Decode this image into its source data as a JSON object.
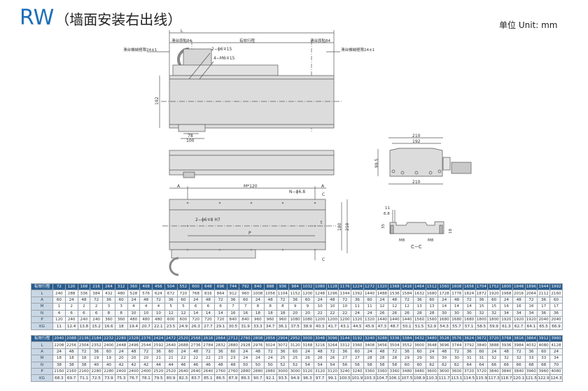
{
  "header": {
    "model": "RW",
    "subtitle": "（墙面安装右出线）",
    "unit": "单位 Unit: mm"
  },
  "drawing": {
    "top_view": {
      "L": "L",
      "origin_left": "滑台原點84",
      "stroke": "有效行程",
      "origin_right": "滑台原點84",
      "limit_left": "滑台機械極限24±1",
      "limit_right": "滑台機械極限24±1",
      "hole1": "2−ϕ6∓15",
      "hole2": "4−M6∓15",
      "width": "192",
      "d78": "78",
      "d100": "100"
    },
    "end_view": {
      "w_top": "210",
      "w_inner": "192",
      "height": "99.5",
      "w_bottom": "210"
    },
    "bottom_view": {
      "a_left": "A",
      "m120": "M*120",
      "a_right": "A",
      "n_holes": "N−ϕ6.8",
      "c_top": "C",
      "pin": "2−ϕ6∓8 H7",
      "p": "P",
      "t": "t",
      "d180": "180",
      "d210": "210",
      "c_bottom": "C"
    },
    "section": {
      "d11": "11",
      "d68": "6.8",
      "d35": "35",
      "m8_left": "M8",
      "m8_right": "M8",
      "d18": "18",
      "label": "C−C"
    }
  },
  "tables": [
    {
      "header_label": "有效行程",
      "stroke": [
        72,
        120,
        168,
        216,
        264,
        312,
        360,
        408,
        456,
        504,
        552,
        600,
        648,
        696,
        744,
        792,
        840,
        888,
        936,
        984,
        1032,
        1080,
        1128,
        1176,
        1224,
        1272,
        1320,
        1368,
        1416,
        1464,
        1512,
        1560,
        1608,
        1656,
        1704,
        1752,
        1800,
        1848,
        1896,
        1944,
        1992
      ],
      "rows": [
        {
          "label": "L",
          "values": [
            240,
            288,
            336,
            384,
            432,
            480,
            528,
            576,
            624,
            672,
            720,
            768,
            816,
            864,
            912,
            960,
            1008,
            1056,
            1104,
            1152,
            1200,
            1248,
            1296,
            1344,
            1392,
            1440,
            1488,
            1536,
            1584,
            1632,
            1680,
            1728,
            1776,
            1824,
            1872,
            1920,
            1968,
            2016,
            2064,
            2112,
            2160
          ]
        },
        {
          "label": "A",
          "values": [
            60,
            24,
            48,
            72,
            36,
            60,
            24,
            48,
            72,
            36,
            60,
            24,
            48,
            72,
            36,
            60,
            24,
            48,
            72,
            36,
            60,
            24,
            48,
            72,
            36,
            60,
            24,
            48,
            72,
            36,
            60,
            24,
            48,
            72,
            36,
            60,
            24,
            48,
            72,
            36,
            60
          ]
        },
        {
          "label": "M",
          "values": [
            1,
            2,
            2,
            2,
            3,
            3,
            4,
            4,
            4,
            5,
            5,
            6,
            6,
            6,
            7,
            7,
            8,
            8,
            8,
            9,
            9,
            10,
            10,
            10,
            11,
            11,
            12,
            12,
            12,
            13,
            13,
            14,
            14,
            14,
            15,
            15,
            16,
            16,
            16,
            17,
            17
          ]
        },
        {
          "label": "N",
          "values": [
            4,
            6,
            6,
            6,
            8,
            8,
            10,
            10,
            10,
            12,
            12,
            14,
            14,
            14,
            16,
            16,
            18,
            18,
            18,
            20,
            20,
            22,
            22,
            22,
            24,
            24,
            26,
            26,
            26,
            28,
            28,
            30,
            30,
            30,
            32,
            32,
            34,
            34,
            34,
            36,
            36
          ]
        },
        {
          "label": "P",
          "values": [
            120,
            240,
            240,
            240,
            360,
            360,
            480,
            480,
            480,
            600,
            600,
            720,
            720,
            720,
            840,
            840,
            960,
            960,
            960,
            1080,
            1080,
            1200,
            1200,
            1200,
            1320,
            1320,
            1440,
            1440,
            1440,
            1560,
            1560,
            1680,
            1680,
            1680,
            1800,
            1800,
            1920,
            1920,
            1920,
            2040,
            2040
          ]
        },
        {
          "label": "KG",
          "values": [
            11,
            12.4,
            13.8,
            15.2,
            16.6,
            18,
            19.4,
            20.7,
            22.1,
            23.5,
            24.9,
            26.3,
            27.7,
            29.1,
            30.5,
            31.9,
            33.3,
            34.7,
            36.1,
            37.5,
            38.9,
            40.3,
            41.7,
            43.1,
            44.5,
            45.9,
            47.3,
            48.7,
            50.1,
            51.5,
            52.9,
            54.3,
            55.7,
            57.1,
            58.5,
            59.9,
            61.3,
            62.7,
            64.1,
            65.5,
            66.9
          ]
        }
      ]
    },
    {
      "header_label": "有效行程",
      "stroke": [
        2040,
        2088,
        2136,
        2184,
        2232,
        2280,
        2328,
        2376,
        2424,
        2472,
        2520,
        2568,
        2616,
        2664,
        2712,
        2760,
        2808,
        2856,
        2904,
        2952,
        3000,
        3048,
        3096,
        3144,
        3192,
        3240,
        3288,
        3336,
        3384,
        3432,
        3480,
        3528,
        3576,
        3624,
        3672,
        3720,
        3768,
        3816,
        3864,
        3912,
        3960
      ],
      "rows": [
        {
          "label": "L",
          "values": [
            2208,
            2256,
            2304,
            2352,
            2400,
            2448,
            2496,
            2544,
            2592,
            2640,
            2688,
            2736,
            2784,
            2832,
            2880,
            2928,
            2976,
            3024,
            3072,
            3120,
            3168,
            3216,
            3264,
            3312,
            3360,
            3408,
            3456,
            3504,
            3552,
            3600,
            3648,
            3696,
            3744,
            3792,
            3840,
            3888,
            3936,
            3984,
            4032,
            4080,
            4128
          ]
        },
        {
          "label": "A",
          "values": [
            24,
            48,
            72,
            36,
            60,
            24,
            48,
            72,
            36,
            60,
            24,
            48,
            72,
            36,
            60,
            24,
            48,
            72,
            36,
            60,
            24,
            48,
            72,
            36,
            60,
            24,
            48,
            72,
            36,
            60,
            24,
            48,
            72,
            36,
            60,
            24,
            48,
            72,
            36,
            60,
            24
          ]
        },
        {
          "label": "M",
          "values": [
            18,
            18,
            18,
            19,
            19,
            20,
            20,
            20,
            21,
            21,
            22,
            22,
            22,
            23,
            23,
            24,
            24,
            24,
            25,
            25,
            26,
            26,
            26,
            27,
            27,
            28,
            28,
            28,
            29,
            29,
            30,
            30,
            30,
            31,
            31,
            32,
            32,
            32,
            33,
            33,
            34
          ]
        },
        {
          "label": "N",
          "values": [
            38,
            38,
            38,
            40,
            40,
            42,
            42,
            42,
            44,
            44,
            46,
            46,
            46,
            48,
            48,
            50,
            50,
            50,
            52,
            52,
            54,
            54,
            54,
            56,
            56,
            58,
            58,
            58,
            60,
            60,
            62,
            62,
            62,
            64,
            64,
            66,
            66,
            66,
            68,
            68,
            70
          ]
        },
        {
          "label": "P",
          "values": [
            2160,
            2160,
            2160,
            2280,
            2280,
            2400,
            2400,
            2400,
            2520,
            2520,
            2640,
            2640,
            2640,
            2760,
            2760,
            2880,
            2880,
            2880,
            3000,
            3000,
            3120,
            3120,
            3120,
            3240,
            3240,
            3360,
            3360,
            3360,
            3480,
            3480,
            3600,
            3600,
            3600,
            3720,
            3720,
            3840,
            3840,
            3840,
            3960,
            3960,
            4080
          ]
        },
        {
          "label": "KG",
          "values": [
            68.3,
            69.7,
            71.1,
            72.5,
            73.9,
            75.3,
            76.7,
            78.1,
            79.5,
            80.9,
            82.3,
            83.7,
            85.1,
            86.5,
            87.9,
            89.3,
            90.7,
            92.1,
            93.5,
            94.9,
            96.3,
            97.7,
            99.1,
            100.5,
            101.9,
            103.3,
            104.7,
            106.1,
            107.5,
            108.9,
            110.3,
            111.7,
            113.1,
            114.5,
            115.9,
            117.3,
            118.7,
            120.1,
            121.5,
            122.9,
            124.3
          ]
        }
      ]
    }
  ]
}
